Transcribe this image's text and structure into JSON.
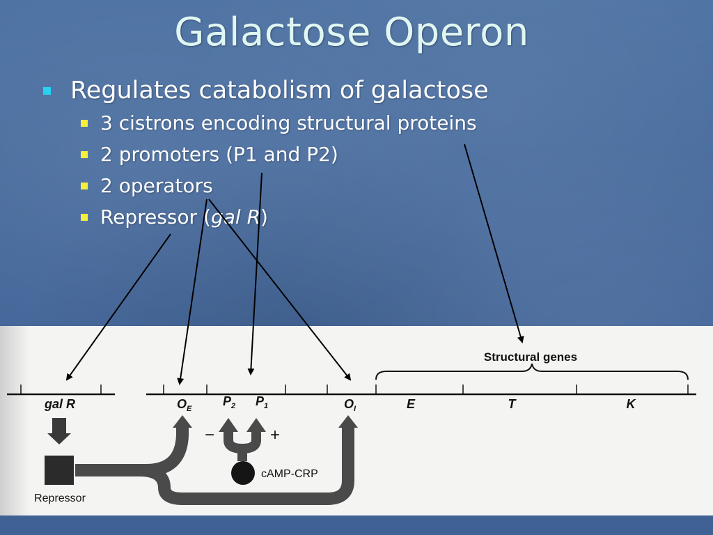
{
  "slide": {
    "title": "Galactose Operon",
    "bullet": "Regulates catabolism of galactose",
    "subbullets": [
      "3 cistrons encoding structural proteins",
      "2 promoters (P1 and P2)",
      "2 operators"
    ],
    "repressor_prefix": "Repressor (",
    "repressor_gene": "gal R",
    "repressor_suffix": ")"
  },
  "diagram": {
    "structural_genes_label": "Structural genes",
    "gal_r_label": "gal R",
    "repressor_label": "Repressor",
    "camp_label": "cAMP-CRP",
    "minus": "−",
    "plus": "+",
    "oe_main": "O",
    "oe_sub": "E",
    "p2_main": "P",
    "p2_sub": "2",
    "p1_main": "P",
    "p1_sub": "1",
    "oi_main": "O",
    "oi_sub": "I",
    "gene_e": "E",
    "gene_t": "T",
    "gene_k": "K"
  },
  "colors": {
    "bullet_l1": "#27d3f0",
    "bullet_l2": "#f5ef3a",
    "title": "#dff6f2"
  }
}
